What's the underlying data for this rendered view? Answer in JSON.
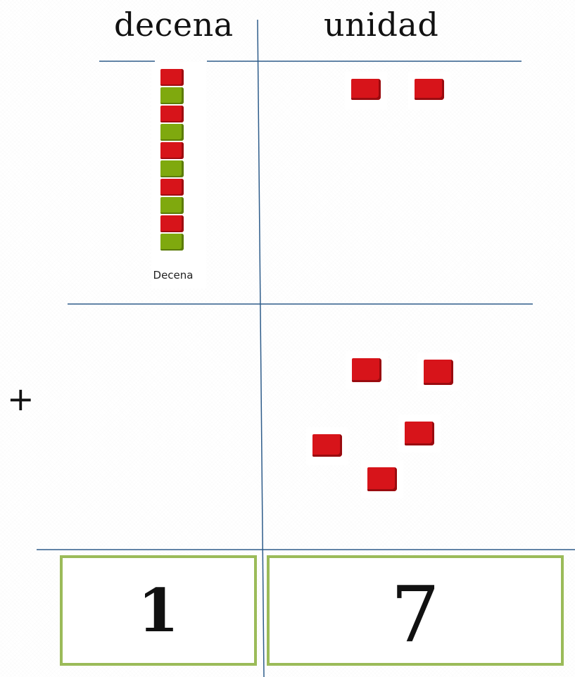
{
  "headers": {
    "tens": "decena",
    "units": "unidad"
  },
  "tens_rod": {
    "label": "Decena",
    "cube_colors": [
      "red",
      "green",
      "red",
      "green",
      "red",
      "green",
      "red",
      "green",
      "red",
      "green"
    ]
  },
  "operator": "+",
  "addend_1": {
    "tens": 1,
    "units": 2
  },
  "addend_2": {
    "tens": 0,
    "units": 5
  },
  "result": {
    "tens": "1",
    "units": "7"
  },
  "colors": {
    "line": "#2e5c8a",
    "unit_cube": "#d7141a",
    "tens_green": "#7fa90e",
    "result_border": "#9bbb59"
  }
}
